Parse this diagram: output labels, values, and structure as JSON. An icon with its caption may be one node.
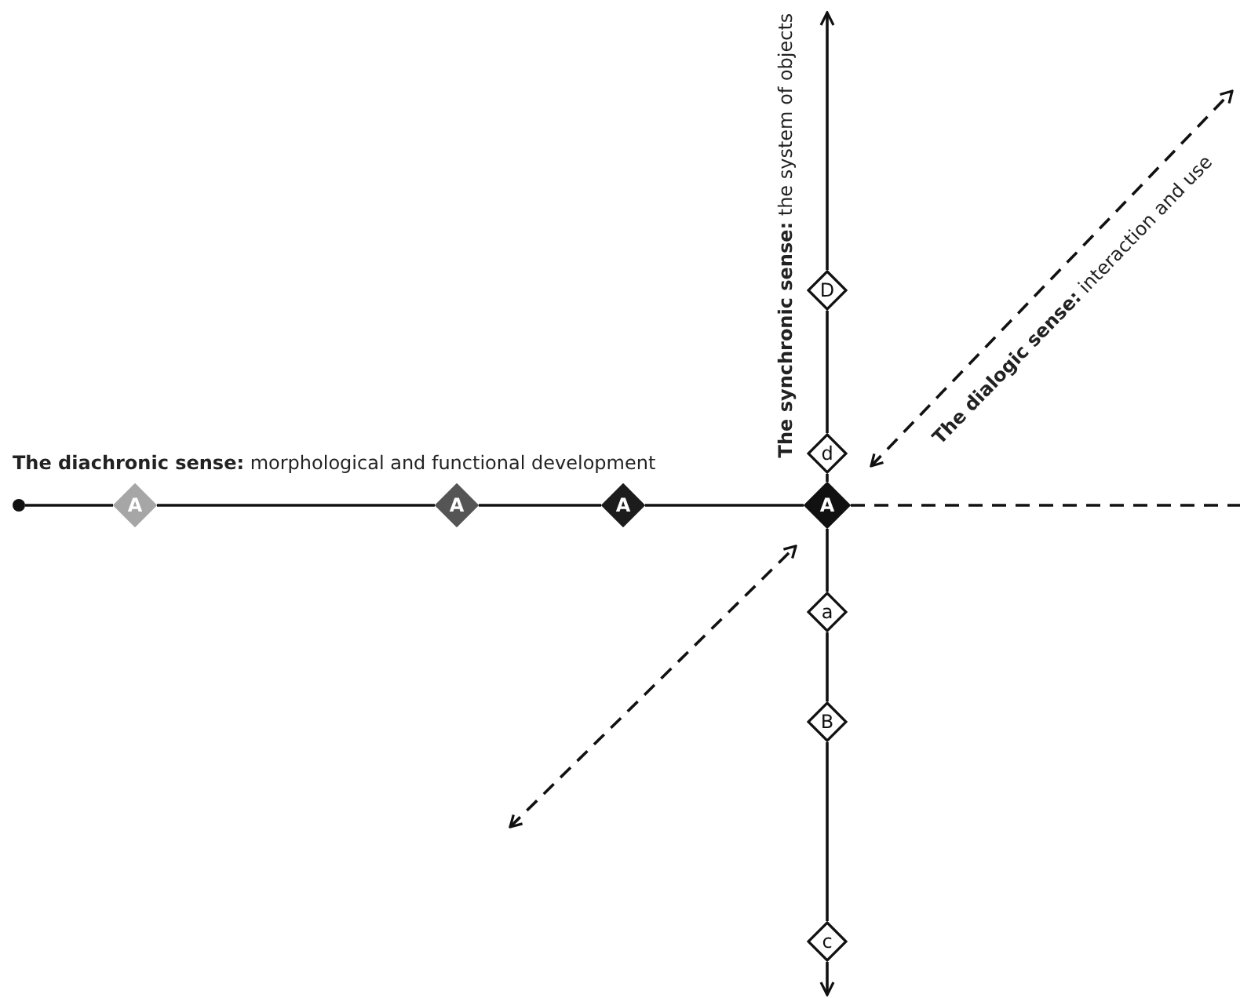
{
  "diagram": {
    "nodes": [
      {
        "text": [],
        "shape": "circle"
      },
      {
        "text": [
          "A"
        ]
      },
      {
        "text": [
          "A"
        ]
      },
      {
        "text": [
          "A"
        ]
      },
      {
        "text": [
          "A"
        ]
      },
      {
        "text": [
          "d"
        ]
      },
      {
        "text": [
          "D"
        ]
      },
      {
        "text": [
          "a"
        ]
      },
      {
        "text": [
          "B"
        ]
      },
      {
        "text": [
          "c"
        ]
      }
    ],
    "edges": [
      {
        "from": 0,
        "to": 1,
        "arrow": "none"
      },
      {
        "from": 1,
        "to": 2,
        "arrow": "none"
      },
      {
        "from": 2,
        "to": 3,
        "arrow": "none"
      },
      {
        "from": 3,
        "to": 4,
        "arrow": "none"
      },
      {
        "from": 4,
        "to": null,
        "arrow": "none",
        "style": "dashed"
      },
      {
        "from": 4,
        "to": 5,
        "arrow": "none"
      },
      {
        "from": 5,
        "to": 6,
        "arrow": "none"
      },
      {
        "from": 6,
        "to": null,
        "arrow": "to"
      },
      {
        "from": 4,
        "to": 7,
        "arrow": "none"
      },
      {
        "from": 7,
        "to": 8,
        "arrow": "none"
      },
      {
        "from": 8,
        "to": 9,
        "arrow": "none"
      },
      {
        "from": 9,
        "to": null,
        "arrow": "to"
      }
    ],
    "labels": [
      "**The diachronic sense:** morphological and functional development",
      "**The synchronic sense:** the system of objects",
      "**The dialogic sense:** interaction and use"
    ]
  }
}
